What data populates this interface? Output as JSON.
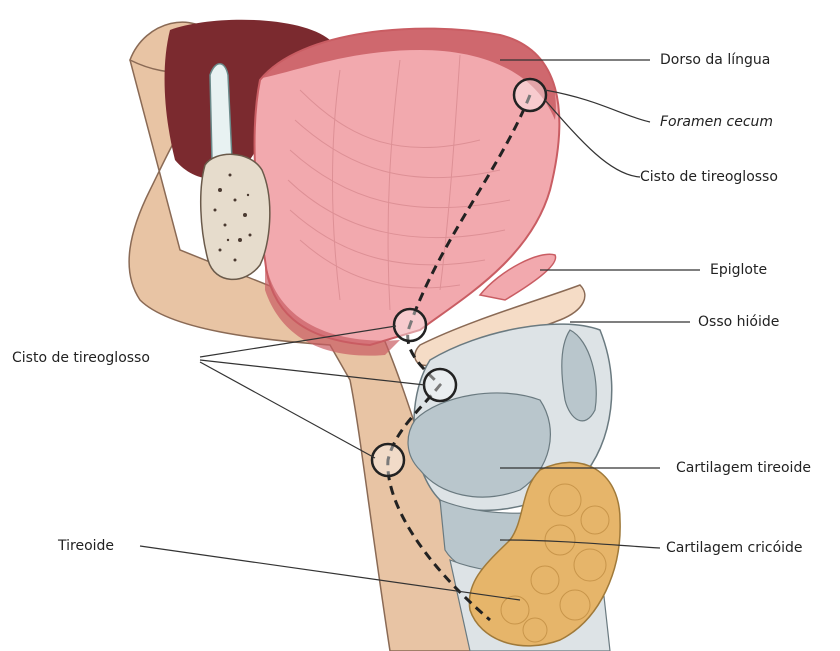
{
  "labels": {
    "dorso": "Dorso da língua",
    "foramen": "Foramen cecum",
    "cisto_right": "Cisto de tireoglosso",
    "epiglote": "Epiglote",
    "hioide": "Osso hióide",
    "cisto_left": "Cisto de tireoglosso",
    "tireoide_cart": "Cartilagem tireoide",
    "tireoide": "Tireoide",
    "cricoide": "Cartilagem cricóide"
  },
  "colors": {
    "skin": "#e8c4a4",
    "skin_dark": "#d8a788",
    "tongue": "#f2a9ae",
    "tongue_dark": "#c95d63",
    "palate": "#7b2a2f",
    "cartilage": "#b9c6cc",
    "cartilage_light": "#dde3e6",
    "hyoid": "#f5dcc6",
    "thyroid": "#e6b56a",
    "leader": "#333333"
  }
}
